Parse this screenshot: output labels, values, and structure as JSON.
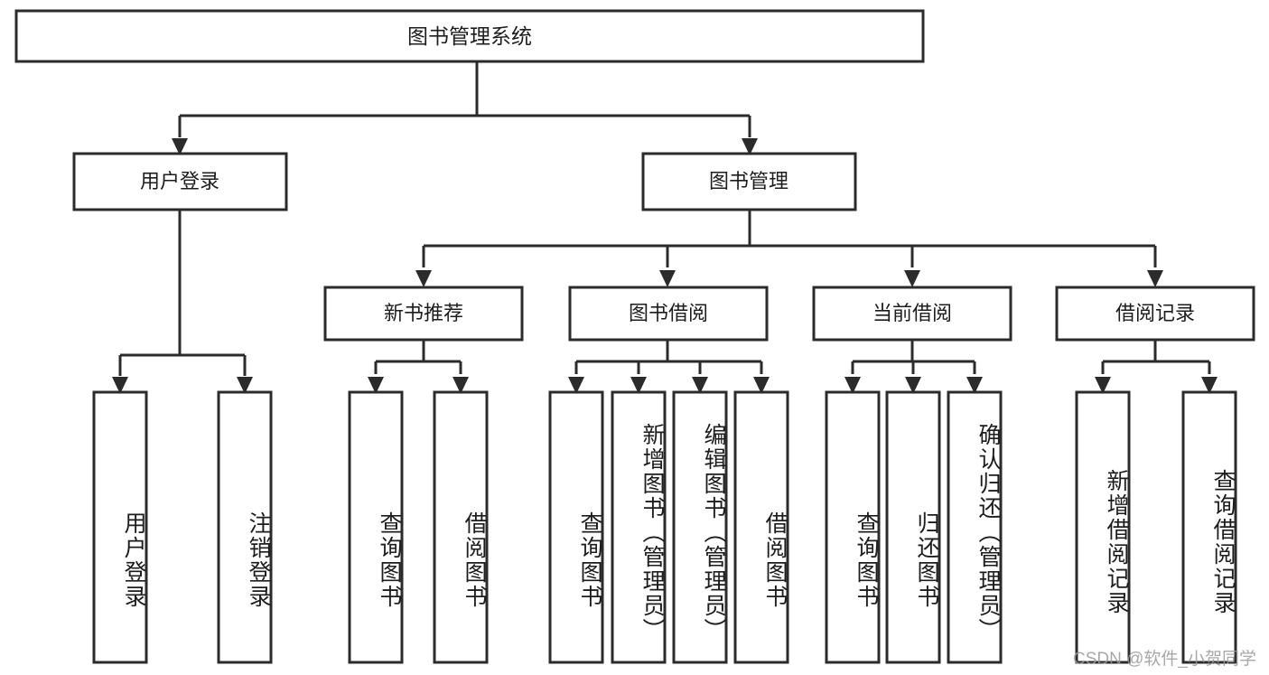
{
  "diagram": {
    "type": "tree-hierarchy",
    "title": "图书管理系统",
    "orientation": "top-down",
    "colors": {
      "stroke": "#2b2b2b",
      "box_fill": "#ffffff",
      "text": "#1d1d1d",
      "background": "#ffffff",
      "watermark": "#9a9a9a"
    },
    "root": {
      "label": "图书管理系统"
    },
    "level1": [
      {
        "id": "user-login",
        "label": "用户登录"
      },
      {
        "id": "book-management",
        "label": "图书管理"
      }
    ],
    "level2": [
      {
        "id": "new-book-recommend",
        "label": "新书推荐",
        "parent": "book-management"
      },
      {
        "id": "book-borrow",
        "label": "图书借阅",
        "parent": "book-management"
      },
      {
        "id": "current-borrow",
        "label": "当前借阅",
        "parent": "book-management"
      },
      {
        "id": "borrow-record",
        "label": "借阅记录",
        "parent": "book-management"
      }
    ],
    "leaves": [
      {
        "id": "leaf-user-login",
        "label": "用户登录",
        "parent": "user-login"
      },
      {
        "id": "leaf-logout-login",
        "label": "注销登录",
        "parent": "user-login"
      },
      {
        "id": "leaf-query-book-1",
        "label": "查询图书",
        "parent": "new-book-recommend"
      },
      {
        "id": "leaf-borrow-book-1",
        "label": "借阅图书",
        "parent": "new-book-recommend"
      },
      {
        "id": "leaf-query-book-2",
        "label": "查询图书",
        "parent": "book-borrow"
      },
      {
        "id": "leaf-add-book",
        "label": "新增图书（管理员）",
        "parent": "book-borrow"
      },
      {
        "id": "leaf-edit-book",
        "label": "编辑图书（管理员）",
        "parent": "book-borrow"
      },
      {
        "id": "leaf-borrow-book-2",
        "label": "借阅图书",
        "parent": "book-borrow"
      },
      {
        "id": "leaf-query-book-3",
        "label": "查询图书",
        "parent": "current-borrow"
      },
      {
        "id": "leaf-return-book",
        "label": "归还图书",
        "parent": "current-borrow"
      },
      {
        "id": "leaf-confirm-return",
        "label": "确认归还（管理员）",
        "parent": "current-borrow"
      },
      {
        "id": "leaf-add-record",
        "label": "新增借阅记录",
        "parent": "borrow-record"
      },
      {
        "id": "leaf-query-record",
        "label": "查询借阅记录",
        "parent": "borrow-record"
      }
    ]
  },
  "watermark": {
    "text": "CSDN @软件_小贺同学"
  }
}
